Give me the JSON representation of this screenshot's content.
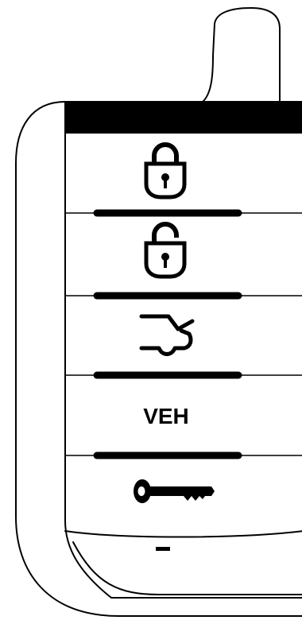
{
  "remote": {
    "buttons": [
      {
        "name": "lock",
        "icon": "lock-closed-icon",
        "label": ""
      },
      {
        "name": "unlock",
        "icon": "lock-open-icon",
        "label": ""
      },
      {
        "name": "trunk",
        "icon": "trunk-release-icon",
        "label": ""
      },
      {
        "name": "vehicle",
        "icon": "",
        "label": "VEH"
      },
      {
        "name": "remote-start",
        "icon": "key-icon",
        "label": ""
      }
    ],
    "colors": {
      "outline": "#000000",
      "body": "#ffffff"
    }
  }
}
